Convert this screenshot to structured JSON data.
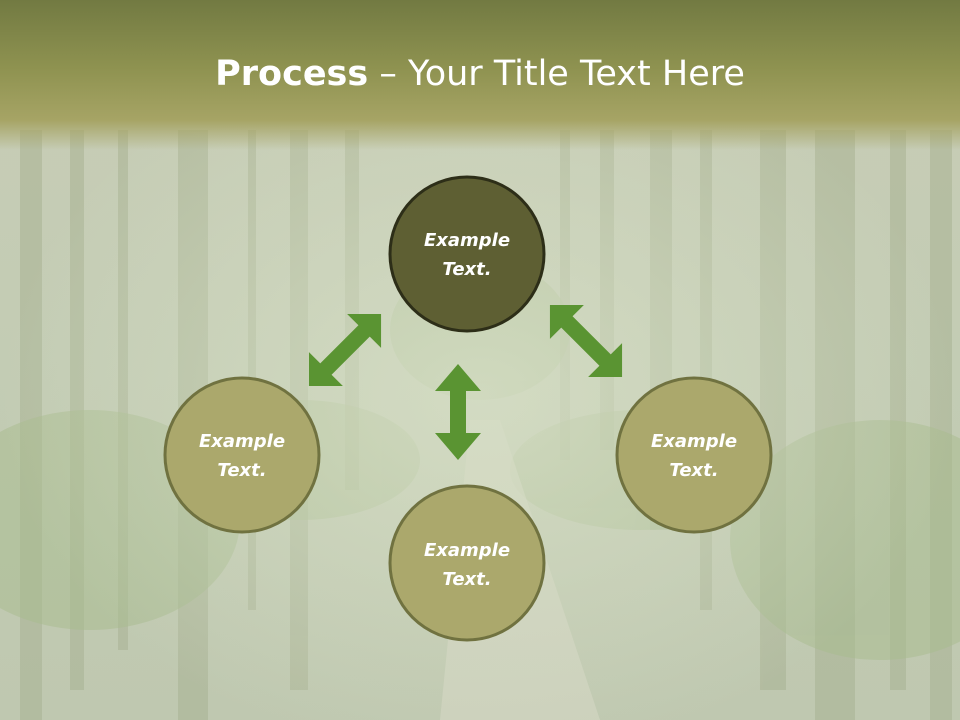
{
  "title": {
    "bold": "Process",
    "dash": " – ",
    "rest": "Your Title Text Here"
  },
  "colors": {
    "title_band": "#8e9250",
    "node_center_fill": "#5e5f33",
    "node_outer_fill": "#aba86c",
    "node_stroke_center": "#2d2e18",
    "node_stroke_outer": "#707240",
    "arrow": "#5a9432",
    "background": "#c9d0bc"
  },
  "nodes": [
    {
      "id": "top",
      "line1": "Example",
      "line2": "Text."
    },
    {
      "id": "left",
      "line1": "Example",
      "line2": "Text."
    },
    {
      "id": "right",
      "line1": "Example",
      "line2": "Text."
    },
    {
      "id": "bottom",
      "line1": "Example",
      "line2": "Text."
    }
  ],
  "arrows": [
    {
      "from": "top",
      "to": "left",
      "style": "double-headed"
    },
    {
      "from": "top",
      "to": "right",
      "style": "double-headed"
    },
    {
      "from": "top",
      "to": "bottom",
      "style": "double-headed"
    }
  ]
}
